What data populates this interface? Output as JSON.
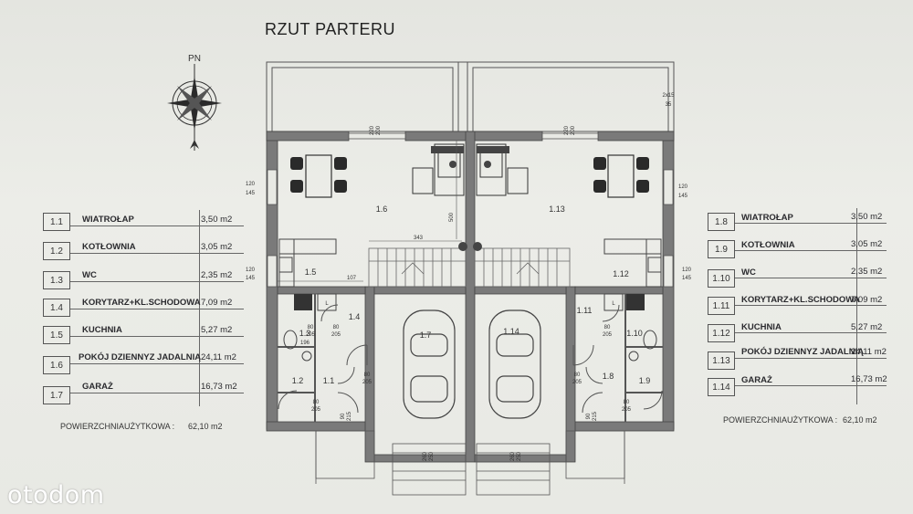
{
  "title": "RZUT PARTERU",
  "compass": {
    "north_label": "PN",
    "icon": "compass-rose-icon"
  },
  "legend_left": {
    "rows": [
      {
        "num": "1.1",
        "name": "WIATROŁAP",
        "area": "3,50 m2"
      },
      {
        "num": "1.2",
        "name": "KOTŁOWNIA",
        "area": "3,05 m2"
      },
      {
        "num": "1.3",
        "name": "WC",
        "area": "2,35 m2"
      },
      {
        "num": "1.4",
        "name": "KORYTARZ+KL.SCHODOWA",
        "area": "7,09 m2"
      },
      {
        "num": "1.5",
        "name": "KUCHNIA",
        "area": "5,27 m2"
      },
      {
        "num": "1.6",
        "name": "POKÓJ DZIENNYZ JADALNIĄ",
        "area": "24,11 m2"
      },
      {
        "num": "1.7",
        "name": "GARAŻ",
        "area": "16,73 m2"
      }
    ],
    "total_label": "POWIERZCHNIAUŻYTKOWA :",
    "total_value": "62,10 m2"
  },
  "legend_right": {
    "rows": [
      {
        "num": "1.8",
        "name": "WIATROŁAP",
        "area": "3,50 m2"
      },
      {
        "num": "1.9",
        "name": "KOTŁOWNIA",
        "area": "3,05 m2"
      },
      {
        "num": "1.10",
        "name": "WC",
        "area": "2,35 m2"
      },
      {
        "num": "1.11",
        "name": "KORYTARZ+KL.SCHODOWA",
        "area": "7,09 m2"
      },
      {
        "num": "1.12",
        "name": "KUCHNIA",
        "area": "5,27 m2"
      },
      {
        "num": "1.13",
        "name": "POKÓJ DZIENNYZ JADALNIĄ",
        "area": "24,11 m2"
      },
      {
        "num": "1.14",
        "name": "GARAŻ",
        "area": "16,73 m2"
      }
    ],
    "total_label": "POWIERZCHNIAUŻYTKOWA :",
    "total_value": "62,10 m2"
  },
  "plan": {
    "rooms": {
      "r1_1": "1.1",
      "r1_2": "1.2",
      "r1_3": "1.3",
      "r1_4": "1.4",
      "r1_5": "1.5",
      "r1_6": "1.6",
      "r1_7": "1.7",
      "r1_8": "1.8",
      "r1_9": "1.9",
      "r1_10": "1.10",
      "r1_11": "1.11",
      "r1_12": "1.12",
      "r1_13": "1.13",
      "r1_14": "1.14"
    },
    "dims": {
      "d220a": "220",
      "d200a": "200",
      "d220b": "220",
      "d200b": "200",
      "d2x15": "2x15",
      "d35": "35",
      "d120a": "120",
      "d145a": "145",
      "d120b": "120",
      "d145b": "145",
      "d120c": "120",
      "d145c": "145",
      "d120d": "120",
      "d145d": "145",
      "d500": "500",
      "d343": "343",
      "d107": "107",
      "d80a": "80",
      "d205a": "205",
      "d80b": "80",
      "d205b": "205",
      "d80c": "80",
      "d205c": "205",
      "d80d": "80",
      "d205d": "205",
      "d80e": "80",
      "d205e": "205",
      "d80f": "80",
      "d205f": "205",
      "d80g": "80",
      "d205g": "205",
      "d90a": "90",
      "d215a": "215",
      "d90b": "90",
      "d215b": "215",
      "d196": "196",
      "d260a": "260",
      "d250a": "250",
      "d260b": "260",
      "d250b": "250",
      "L1": "L",
      "L2": "L"
    }
  },
  "watermark": "otodom"
}
